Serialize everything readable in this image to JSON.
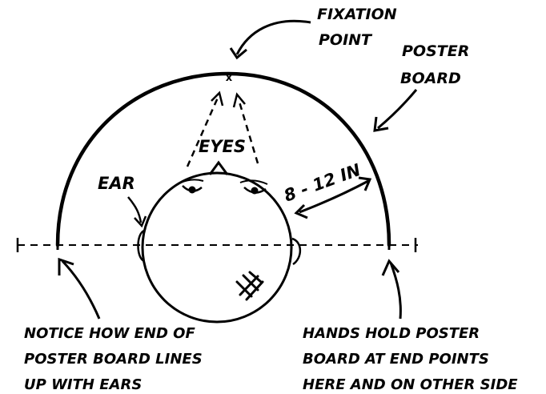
{
  "labels": {
    "fixation_point_1": "FIXATION",
    "fixation_point_2": "POINT",
    "poster_board_1": "POSTER",
    "poster_board_2": "BOARD",
    "eyes": "EYES",
    "ear": "EAR",
    "distance": "8 - 12 IN",
    "fixation_mark": "x"
  },
  "notes": {
    "left": [
      "NOTICE HOW END OF",
      "POSTER BOARD LINES",
      "UP WITH EARS"
    ],
    "right": [
      "HANDS HOLD POSTER",
      "BOARD AT END POINTS",
      "HERE AND ON OTHER SIDE"
    ]
  },
  "colors": {
    "ink": "#000000",
    "background": "#ffffff"
  }
}
